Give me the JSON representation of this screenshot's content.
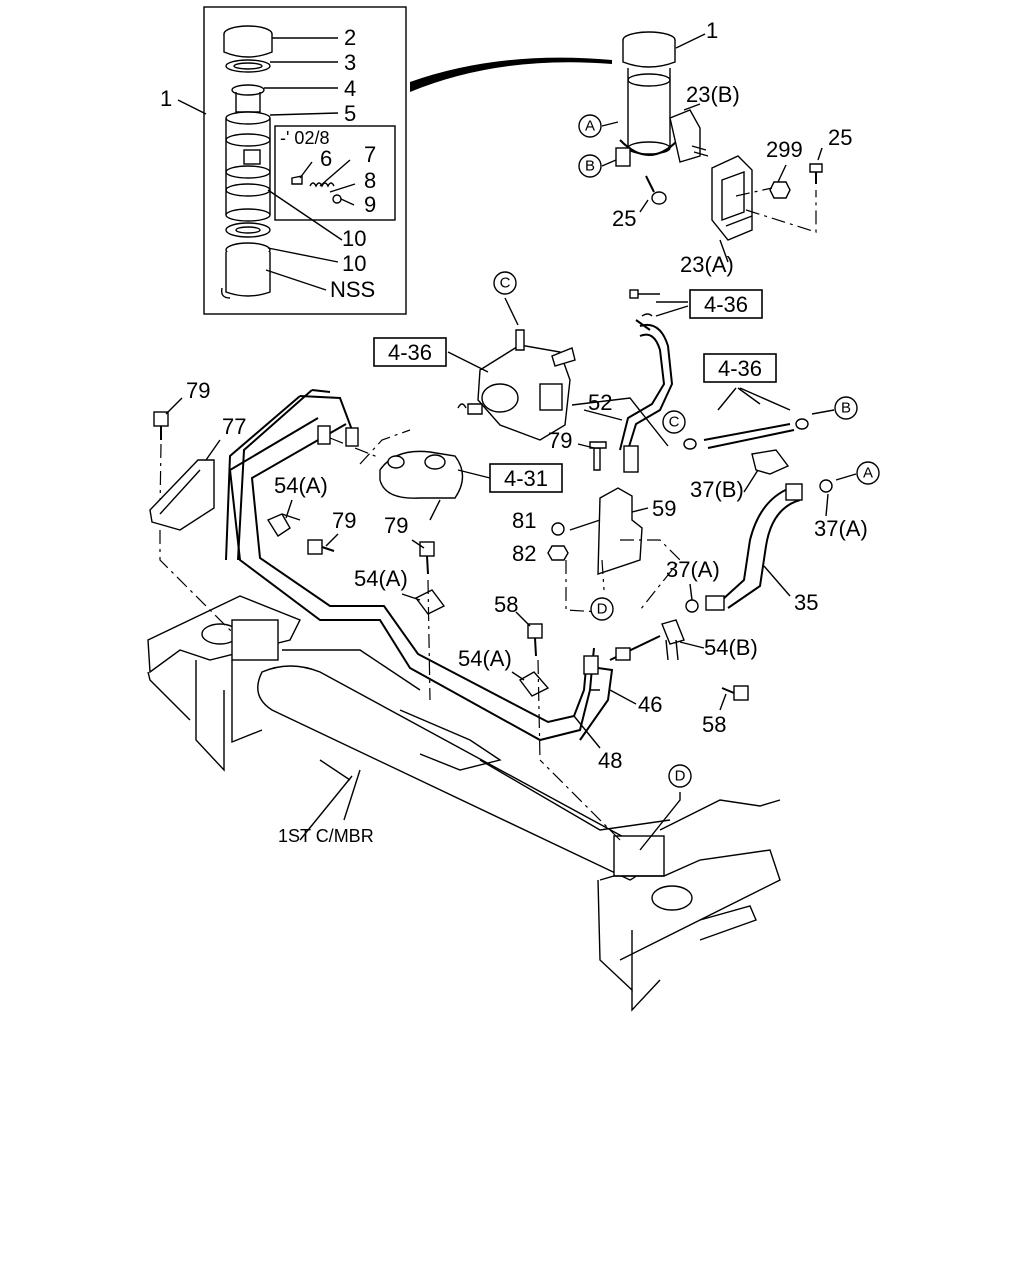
{
  "detail_box": {
    "parent_label": "1",
    "labels": [
      "2",
      "3",
      "4",
      "5",
      "6",
      "7",
      "8",
      "9",
      "10",
      "10",
      "NSS"
    ],
    "date_note": "-' 02/8"
  },
  "parts": {
    "p1": "1",
    "p23b": "23(B)",
    "p23a": "23(A)",
    "p299": "299",
    "p25a": "25",
    "p25b": "25",
    "p52": "52",
    "p79a": "79",
    "p79b": "79",
    "p79c": "79",
    "p79d": "79",
    "p77": "77",
    "p54a1": "54(A)",
    "p54a2": "54(A)",
    "p54a3": "54(A)",
    "p54b": "54(B)",
    "p81": "81",
    "p82": "82",
    "p59": "59",
    "p58a": "58",
    "p58b": "58",
    "p37b": "37(B)",
    "p37a1": "37(A)",
    "p37a2": "37(A)",
    "p35": "35",
    "p46": "46",
    "p48": "48",
    "member": "1ST C/MBR"
  },
  "refs": {
    "r436a": "4-36",
    "r436b": "4-36",
    "r436c": "4-36",
    "r431": "4-31"
  },
  "circles": {
    "A": "A",
    "B": "B",
    "C": "C",
    "D": "D"
  }
}
